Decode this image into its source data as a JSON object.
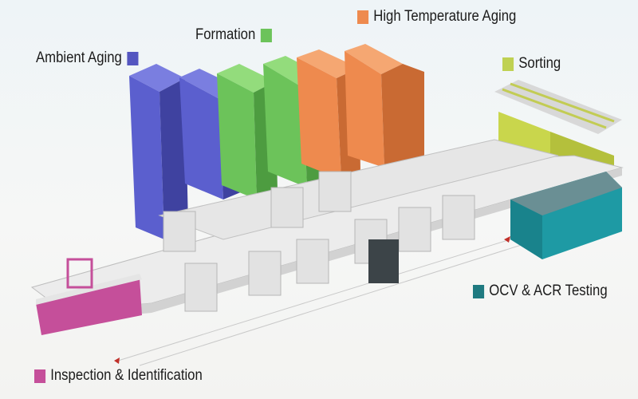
{
  "legend": [
    {
      "id": "ambient",
      "text": "Ambient Aging",
      "color": "#5456c0",
      "square_side": "right"
    },
    {
      "id": "formation",
      "text": "Formation",
      "color": "#6cc35a",
      "square_side": "right"
    },
    {
      "id": "hightemp",
      "text": "High Temperature Aging",
      "color": "#ee8a4e",
      "square_side": "left"
    },
    {
      "id": "sorting",
      "text": "Sorting",
      "color": "#bfd152",
      "square_side": "left"
    },
    {
      "id": "ocv",
      "text": "OCV & ACR Testing",
      "color": "#1f7a80",
      "square_side": "left"
    },
    {
      "id": "inspection",
      "text": "Inspection & Identification",
      "color": "#c54f9a",
      "square_side": "left"
    }
  ]
}
